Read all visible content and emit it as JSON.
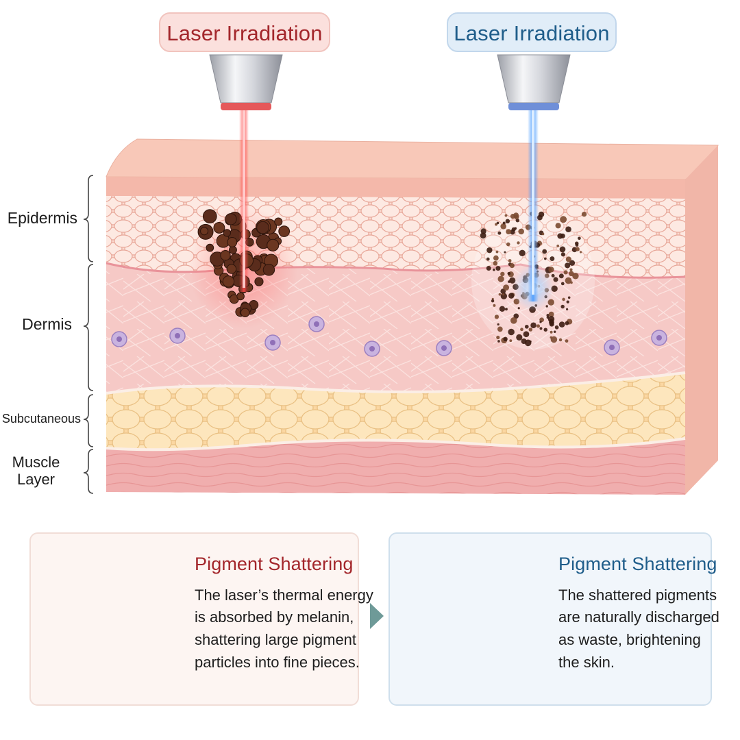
{
  "header": {
    "left_label": "Laser Irradiation",
    "right_label": "Laser Irradiation"
  },
  "layers": {
    "epidermis": "Epidermis",
    "dermis": "Dermis",
    "subcutaneous": "Subcutaneous",
    "muscle_line1": "Muscle",
    "muscle_line2": "Layer"
  },
  "cards": {
    "left": {
      "title": "Pigment Shattering",
      "lines": [
        "The laser’s thermal energy",
        "is absorbed by melanin,",
        "shattering large pigment",
        "particles into fine pieces."
      ]
    },
    "right": {
      "title": "Pigment Shattering",
      "lines": [
        "The shattered pigments",
        "are naturally discharged",
        "as waste, brightening",
        "the skin."
      ]
    }
  },
  "colors": {
    "red_accent": "#a3262b",
    "blue_accent": "#1f5d8a",
    "red_beam": "#ff4a4a",
    "blue_beam": "#4a9cff",
    "pigment": "#5a2c1c",
    "epidermis": "#fbd6cc",
    "dermis": "#f6c6c4",
    "fat": "#fde2b4",
    "muscle": "#f1aeae",
    "arrow": "#6e9a98"
  }
}
